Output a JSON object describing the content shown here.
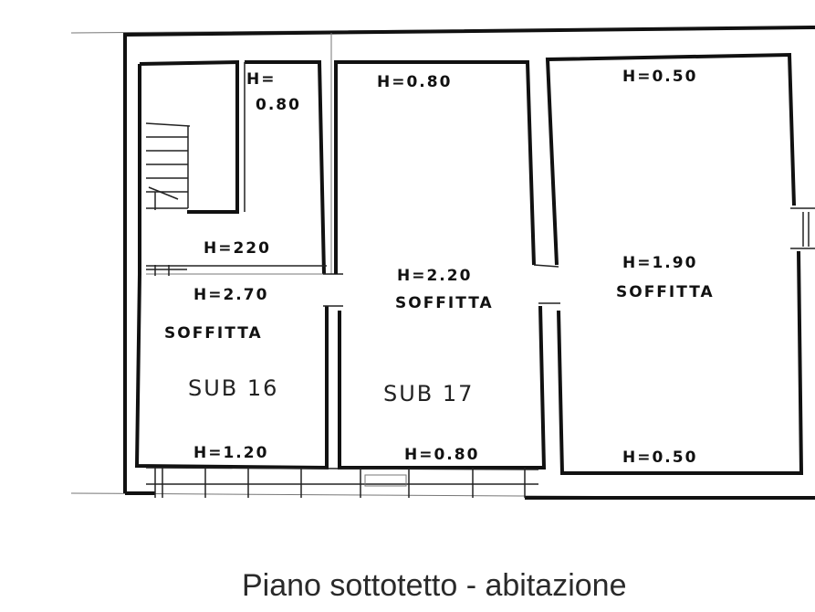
{
  "plan": {
    "caption": "Piano sottotetto - abitazione",
    "wall_color": "#111111",
    "rooms": [
      {
        "id": "sub16",
        "name": "SUB 16"
      },
      {
        "id": "sub17",
        "name": "SUB 17"
      }
    ],
    "labels": {
      "h_small_top": "H=",
      "h_small_val": "0.80",
      "h_mid_top": "H=0.80",
      "h_right_top": "H=0.50",
      "h_landing": "H=220",
      "h_left_main": "H=2.70",
      "soffitta_left": "SOFFITTA",
      "h_mid_main": "H=2.20",
      "soffitta_mid": "SOFFITTA",
      "h_right_main": "H=1.90",
      "soffitta_right": "SOFFITTA",
      "h_left_bottom": "H=1.20",
      "h_mid_bottom": "H=0.80",
      "h_right_bottom": "H=0.50"
    }
  }
}
